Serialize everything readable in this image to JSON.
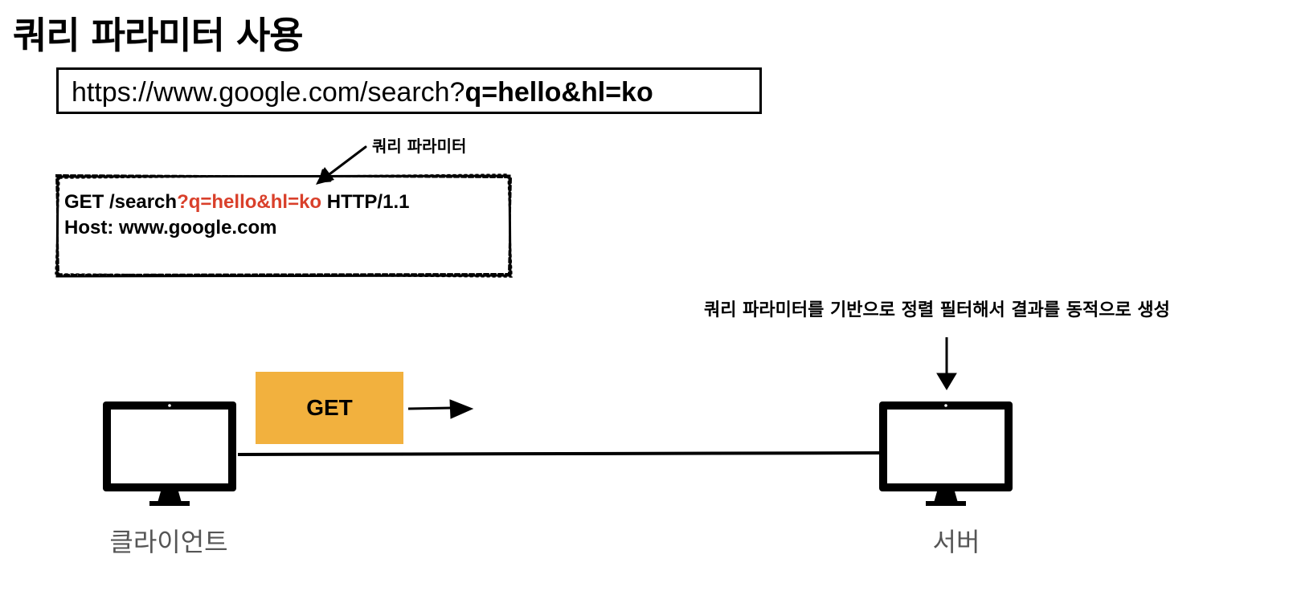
{
  "title": "쿼리 파라미터 사용",
  "url": {
    "base": "https://www.google.com/search?",
    "query": "q=hello&hl=ko"
  },
  "param_label": "쿼리 파라미터",
  "request": {
    "line1_prefix": "GET /search",
    "line1_query": "?q=hello&hl=ko",
    "line1_suffix": " HTTP/1.1",
    "line2": "Host: www.google.com"
  },
  "server_caption": "쿼리 파라미터를 기반으로 정렬 필터해서 결과를 동적으로 생성",
  "get_label": "GET",
  "client_label": "클라이언트",
  "server_label": "서버",
  "colors": {
    "query_highlight": "#d9402b",
    "get_box": "#f2b13e",
    "monitor_label": "#555555"
  },
  "icons": {
    "client": "monitor-icon",
    "server": "monitor-icon"
  }
}
